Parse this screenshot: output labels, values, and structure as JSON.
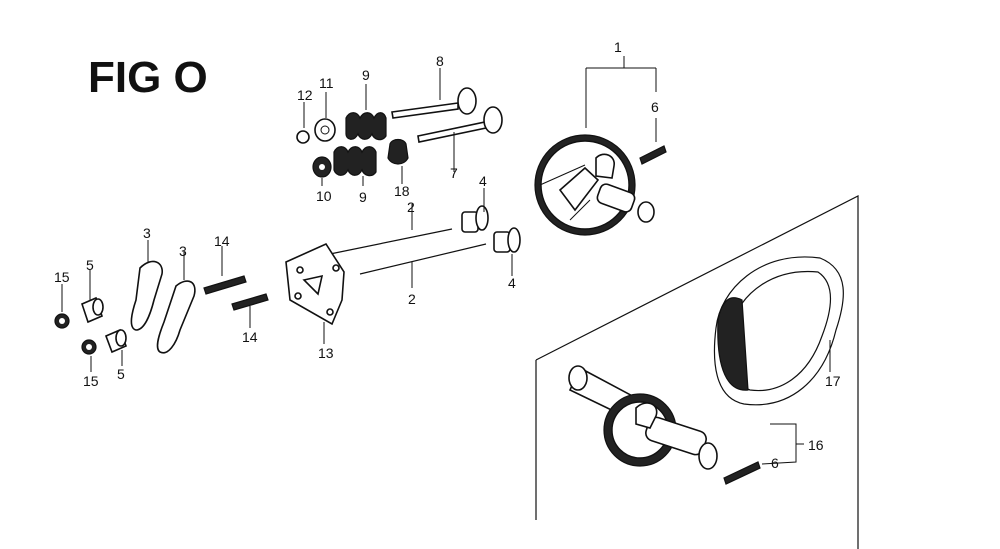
{
  "title": "FIG O",
  "labels": {
    "l1": "1",
    "l2a": "2",
    "l2b": "2",
    "l3a": "3",
    "l3b": "3",
    "l4a": "4",
    "l4b": "4",
    "l5a": "5",
    "l5b": "5",
    "l6a": "6",
    "l6b": "6",
    "l7": "7",
    "l8": "8",
    "l9a": "9",
    "l9b": "9",
    "l10": "10",
    "l11": "11",
    "l12": "12",
    "l13": "13",
    "l14a": "14",
    "l14b": "14",
    "l15a": "15",
    "l15b": "15",
    "l16": "16",
    "l17": "17",
    "l18": "18"
  }
}
